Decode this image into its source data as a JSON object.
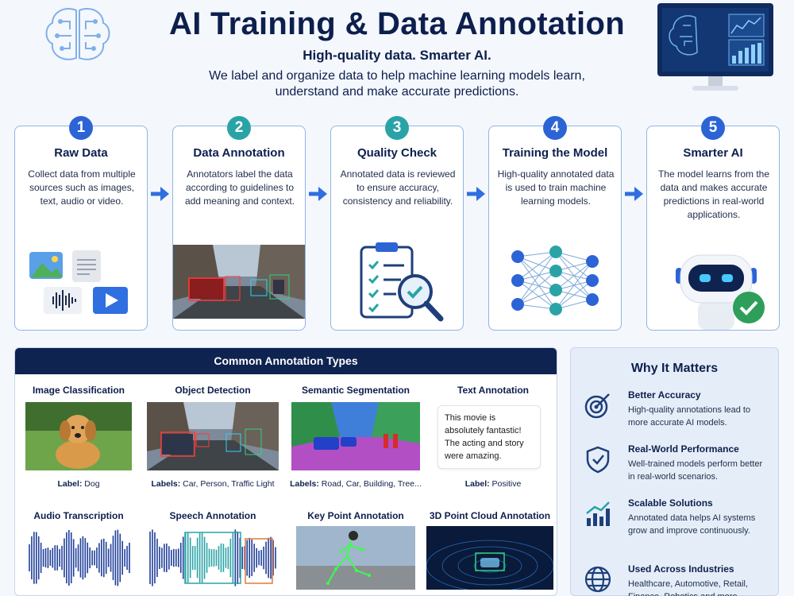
{
  "header": {
    "title": "AI Training & Data Annotation",
    "subtitle": "High-quality data. Smarter AI.",
    "description": "We label and organize data to help machine learning models learn, understand and make accurate predictions."
  },
  "steps": [
    {
      "number": "1",
      "title": "Raw Data",
      "desc": "Collect data from multiple sources such as images, text, audio or video.",
      "color": "#2c64d6"
    },
    {
      "number": "2",
      "title": "Data Annotation",
      "desc": "Annotators label the data according to guidelines to add meaning and context.",
      "color": "#2aa3a6"
    },
    {
      "number": "3",
      "title": "Quality Check",
      "desc": "Annotated data is reviewed to ensure accuracy, consistency and reliability.",
      "color": "#2aa3a6"
    },
    {
      "number": "4",
      "title": "Training the Model",
      "desc": "High-quality annotated data is used to train machine learning models.",
      "color": "#2c64d6"
    },
    {
      "number": "5",
      "title": "Smarter AI",
      "desc": "The model learns from the data and makes accurate predictions in real-world applications.",
      "color": "#2c64d6"
    }
  ],
  "annotation_types": {
    "heading": "Common Annotation Types",
    "items": [
      {
        "title": "Image Classification",
        "label_key": "Label:",
        "label_value": "Dog"
      },
      {
        "title": "Object Detection",
        "label_key": "Labels:",
        "label_value": "Car, Person, Traffic Light"
      },
      {
        "title": "Semantic Segmentation",
        "label_key": "Labels:",
        "label_value": "Road, Car, Building, Tree..."
      },
      {
        "title": "Text Annotation",
        "label_key": "Label:",
        "label_value": "Positive",
        "sample_text": "This movie is absolutely fantastic! The acting and story were amazing."
      },
      {
        "title": "Audio Transcription"
      },
      {
        "title": "Speech Annotation"
      },
      {
        "title": "Key Point Annotation"
      },
      {
        "title": "3D Point Cloud Annotation"
      }
    ]
  },
  "why": {
    "heading": "Why It Matters",
    "items": [
      {
        "title": "Better Accuracy",
        "text": "High-quality annotations lead to more accurate AI models.",
        "icon": "target-icon"
      },
      {
        "title": "Real-World Performance",
        "text": "Well-trained models perform better in real-world scenarios.",
        "icon": "shield-check-icon"
      },
      {
        "title": "Scalable Solutions",
        "text": "Annotated data helps AI systems grow and improve continuously.",
        "icon": "growth-chart-icon"
      },
      {
        "title": "Used Across Industries",
        "text": "Healthcare, Automotive, Retail, Finance, Robotics and more.",
        "icon": "globe-icon"
      }
    ]
  },
  "colors": {
    "navy": "#0e2350",
    "blue": "#2c64d6",
    "teal": "#2aa3a6",
    "border": "#8fb6e3",
    "green": "#2e9e5b"
  }
}
